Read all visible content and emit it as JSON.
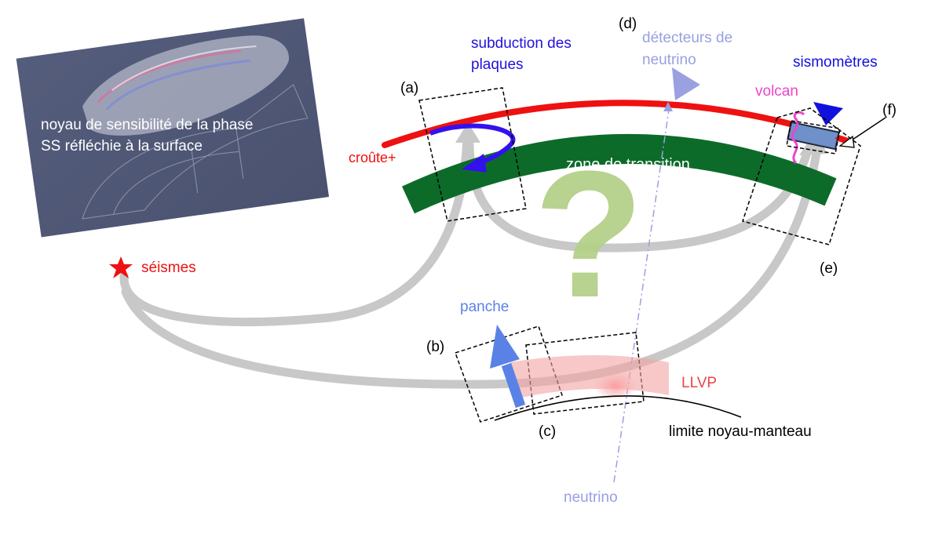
{
  "inset": {
    "line1": "noyau de sensibilité de la phase",
    "line2": "SS réfléchie à la surface"
  },
  "labels": {
    "a": "(a)",
    "b": "(b)",
    "c": "(c)",
    "d": "(d)",
    "e": "(e)",
    "f": "(f)",
    "subduction_1": "subduction des",
    "subduction_2": "plaques",
    "detecteurs_1": "détecteurs de",
    "detecteurs_2": "neutrino",
    "sismometres": "sismomètres",
    "volcan": "volcan",
    "croute": "croûte+",
    "zone_transition": "zone de transition",
    "question": "?",
    "seismes": "séismes",
    "panche": "panche",
    "llvp": "LLVP",
    "limite": "limite noyau-manteau",
    "neutrino": "neutrino"
  },
  "colors": {
    "crust": "#ee1111",
    "transition": "#0d6b2a",
    "raypath": "#c8c8c8",
    "subduction": "#3311ee",
    "neutrino": "#9aa0e0",
    "seismometer": "#1111dd",
    "volcan": "#ee44cc",
    "panche": "#5a82e6",
    "llvp": "#f4a3a3",
    "question": "#b5d08a",
    "inset_bg": "#4f5775"
  }
}
